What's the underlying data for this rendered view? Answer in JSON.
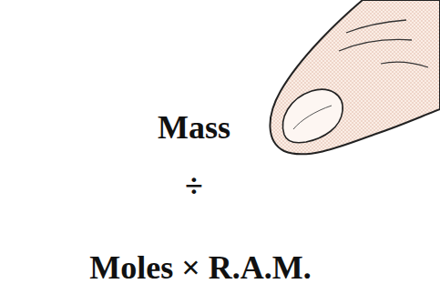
{
  "diagram": {
    "nodes": [
      {
        "text": [
          "Mass",
          "÷",
          "Moles × R.A.M."
        ]
      }
    ]
  }
}
